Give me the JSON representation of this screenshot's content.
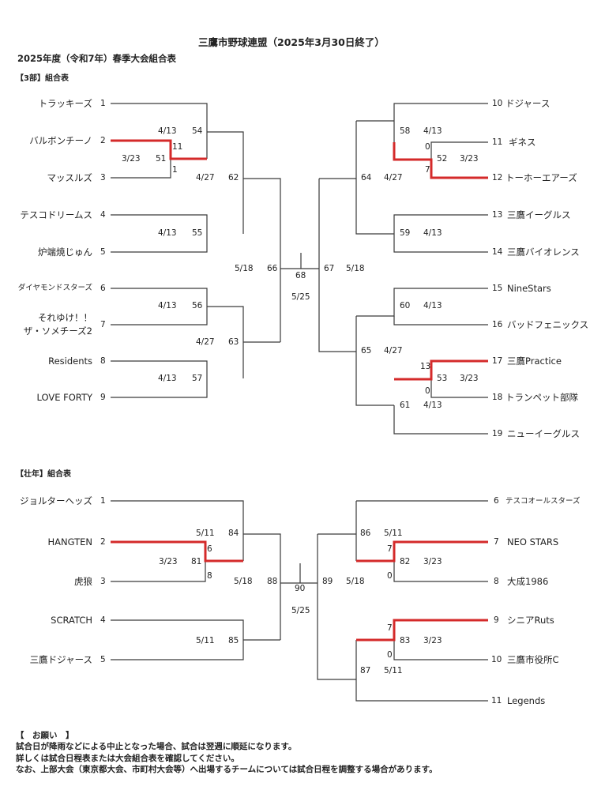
{
  "header": {
    "title": "三鷹市野球連盟（2025年3月30日終了）",
    "subtitle": "2025年度（令和7年）春季大会組合表"
  },
  "division3": {
    "label": "【3部】組合表",
    "left_teams": [
      {
        "name": "トラッキーズ",
        "num": "1"
      },
      {
        "name": "バルボンチーノ",
        "num": "2"
      },
      {
        "name": "マッスルズ",
        "num": "3"
      },
      {
        "name": "テスコドリームス",
        "num": "4"
      },
      {
        "name": "炉端焼じゅん",
        "num": "5"
      },
      {
        "name": "ダイヤモンドスターズ",
        "num": "6"
      },
      {
        "name": "それゆけ！！",
        "name2": "ザ・ソメチーズ2",
        "num": "7"
      },
      {
        "name": "Residents",
        "num": "8"
      },
      {
        "name": "LOVE FORTY",
        "num": "9"
      }
    ],
    "right_teams": [
      {
        "num": "10",
        "name": "ドジャース"
      },
      {
        "num": "11",
        "name": "ギネス"
      },
      {
        "num": "12",
        "name": "トーホーエアーズ"
      },
      {
        "num": "13",
        "name": "三鷹イーグルス"
      },
      {
        "num": "14",
        "name": "三鷹バイオレンス"
      },
      {
        "num": "15",
        "name": "NineStars"
      },
      {
        "num": "16",
        "name": "バッドフェニックス"
      },
      {
        "num": "17",
        "name": "三鷹Practice"
      },
      {
        "num": "18",
        "name": "トランペット部隊"
      },
      {
        "num": "19",
        "name": "ニューイーグルス"
      }
    ],
    "games": {
      "g51": "51",
      "g51_date": "3/23",
      "g51_s1": "11",
      "g51_s2": "1",
      "g54": "54",
      "g54_date": "4/13",
      "g55": "55",
      "g55_date": "4/13",
      "g56": "56",
      "g56_date": "4/13",
      "g57": "57",
      "g57_date": "4/13",
      "g62": "62",
      "g62_date": "4/27",
      "g63": "63",
      "g63_date": "4/27",
      "g66": "66",
      "g66_date": "5/18",
      "g68": "68",
      "g68_date": "5/25",
      "g67": "67",
      "g67_date": "5/18",
      "g64": "64",
      "g64_date": "4/27",
      "g65": "65",
      "g65_date": "4/27",
      "g58": "58",
      "g58_date": "4/13",
      "g59": "59",
      "g59_date": "4/13",
      "g60": "60",
      "g60_date": "4/13",
      "g61": "61",
      "g61_date": "4/13",
      "g52": "52",
      "g52_date": "3/23",
      "g52_s1": "0",
      "g52_s2": "7",
      "g53": "53",
      "g53_date": "3/23",
      "g53_s1": "13",
      "g53_s2": "0"
    }
  },
  "masters": {
    "label": "【壮年】組合表",
    "left_teams": [
      {
        "name": "ジョルターヘッズ",
        "num": "1"
      },
      {
        "name": "HANGTEN",
        "num": "2"
      },
      {
        "name": "虎狼",
        "num": "3"
      },
      {
        "name": "SCRATCH",
        "num": "4"
      },
      {
        "name": "三鷹ドジャース",
        "num": "5"
      }
    ],
    "right_teams": [
      {
        "num": "6",
        "name": "テスコオールスターズ"
      },
      {
        "num": "7",
        "name": "NEO STARS"
      },
      {
        "num": "8",
        "name": "大成1986"
      },
      {
        "num": "9",
        "name": "シニアRuts"
      },
      {
        "num": "10",
        "name": "三鷹市役所C"
      },
      {
        "num": "11",
        "name": "Legends"
      }
    ],
    "games": {
      "g81": "81",
      "g81_date": "3/23",
      "g81_s1": "6",
      "g81_s2": "8",
      "g84": "84",
      "g84_date": "5/11",
      "g85": "85",
      "g85_date": "5/11",
      "g88": "88",
      "g88_date": "5/18",
      "g90": "90",
      "g90_date": "5/25",
      "g89": "89",
      "g89_date": "5/18",
      "g86": "86",
      "g86_date": "5/11",
      "g87": "87",
      "g87_date": "5/11",
      "g82": "82",
      "g82_date": "3/23",
      "g82_s1": "7",
      "g82_s2": "0",
      "g83": "83",
      "g83_date": "3/23",
      "g83_s1": "7",
      "g83_s2": "0"
    }
  },
  "notes": {
    "heading": "【　お願い　】",
    "line1": "試合日が降雨などによる中止となった場合、試合は翌週に順延になります。",
    "line2": "詳しくは試合日程表または大会組合表を確認してください。",
    "line3": "なお、上部大会（東京都大会、市町村大会等）へ出場するチームについては試合日程を調整する場合があります。"
  },
  "colors": {
    "line": "#3a3a3a",
    "winner": "#d42a2a"
  }
}
